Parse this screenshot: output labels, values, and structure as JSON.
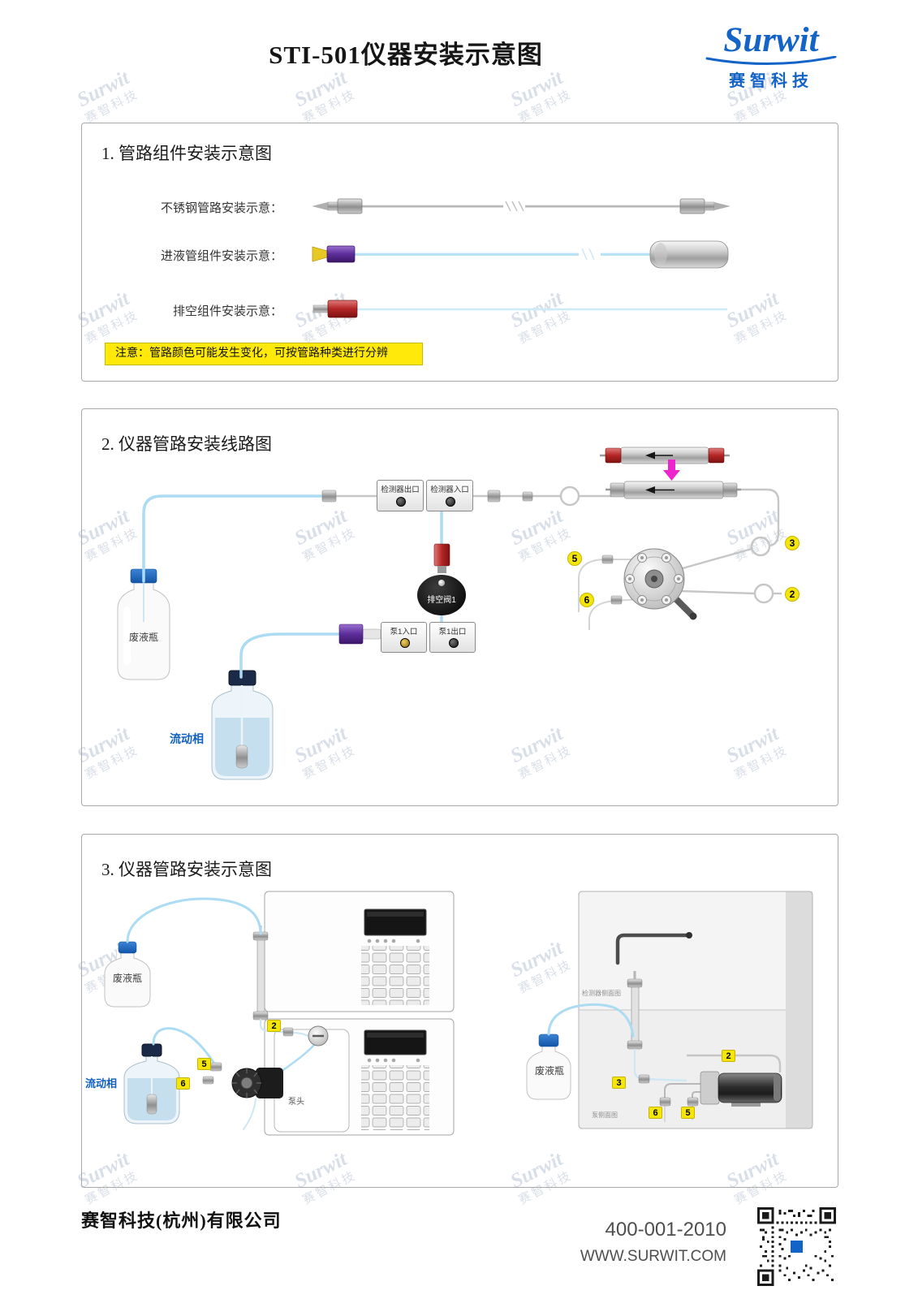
{
  "header": {
    "title": "STI-501仪器安装示意图",
    "logo": {
      "brand": "Surwit",
      "subtitle": "赛智科技"
    }
  },
  "watermark": {
    "line1": "Surwit",
    "line2": "赛智科技"
  },
  "section1": {
    "title": "1. 管路组件安装示意图",
    "row_labels": {
      "steel": "不锈钢管路安装示意：",
      "inlet": "进液管组件安装示意：",
      "drain": "排空组件安装示意："
    },
    "note": "注意：管路颜色可能发生变化，可按管路种类进行分辨"
  },
  "section2": {
    "title": "2. 仪器管路安装线路图",
    "labels": {
      "detector_outlet": "检测器出口",
      "detector_inlet": "检测器入口",
      "drain_valve": "排空阀1",
      "pump1_inlet": "泵1入口",
      "pump1_outlet": "泵1出口",
      "waste_bottle": "废液瓶",
      "mobile_phase": "流动相"
    },
    "tags": {
      "t2": "2",
      "t3": "3",
      "t5": "5",
      "t6": "6"
    }
  },
  "section3": {
    "title": "3. 仪器管路安装示意图",
    "labels": {
      "waste_bottle_left": "废液瓶",
      "mobile_phase": "流动相",
      "pump_head": "泵头",
      "waste_bottle_right": "废液瓶",
      "detector_side": "检测器侧面图",
      "pump_side": "泵侧面图"
    },
    "tags_left": {
      "t2": "2",
      "t5": "5",
      "t6": "6"
    },
    "tags_right": {
      "t2": "2",
      "t3": "3",
      "t5": "5",
      "t6": "6"
    }
  },
  "footer": {
    "company": "赛智科技(杭州)有限公司",
    "phone": "400-001-2010",
    "website": "WWW.SURWIT.COM"
  }
}
